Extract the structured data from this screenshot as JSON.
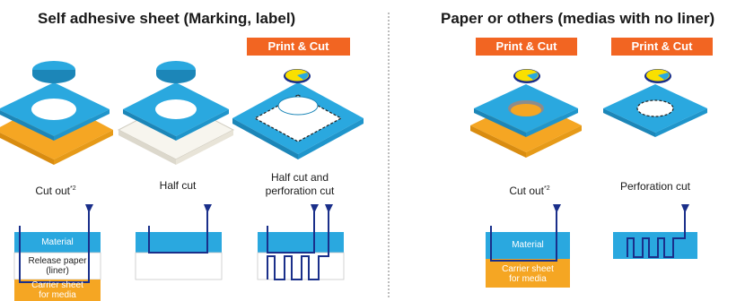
{
  "left_section": {
    "title": "Self adhesive sheet (Marking, label)",
    "badge": "Print & Cut",
    "captions": {
      "cut_out": "Cut out",
      "cut_out_note": "*2",
      "half_cut": "Half cut",
      "half_perf_line1": "Half cut and",
      "half_perf_line2": "perforation cut"
    },
    "layers": {
      "material": "Material",
      "release_line1": "Release paper",
      "release_line2": "(liner)",
      "carrier_line1": "Carrier sheet",
      "carrier_line2": "for media"
    }
  },
  "right_section": {
    "title": "Paper or others (medias with no liner)",
    "badge_1": "Print & Cut",
    "badge_2": "Print & Cut",
    "captions": {
      "cut_out": "Cut out",
      "cut_out_note": "*2",
      "perforation_cut": "Perforation cut"
    },
    "layers": {
      "material": "Material",
      "carrier_line1": "Carrier sheet",
      "carrier_line2": "for media"
    }
  },
  "colors": {
    "blue": "#2aa8df",
    "orange": "#f5a623",
    "badge": "#f26522",
    "navy": "#1a2f8a"
  }
}
